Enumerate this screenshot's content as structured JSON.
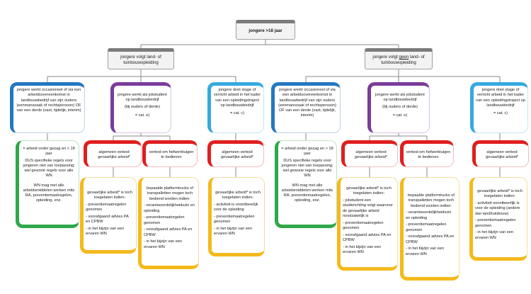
{
  "root": {
    "label": "jongere >18 jaar"
  },
  "branches": [
    {
      "label_pre": "jongere volgt land- of tuinbouwopleiding",
      "label_mid": "",
      "label_post": ""
    },
    {
      "label_pre": "jongere volgt ",
      "label_mid": "geen",
      "label_post": " land- of tuinbouwopleiding"
    }
  ],
  "left": {
    "occasional": "jongere werkt occasioneel of via een arbeidsovereenkomst in landbouwbedrijf van zijn ouders (eenmanszaak of rechtspersoon) OF van een derde (vast, tijdelijk, interim)",
    "student_title": "jongere werkt als jobstudent op landbouwbedrijf",
    "student_sub": "(bij ouders of derde)",
    "student_cat": "= cat. e)",
    "stage_title": "jongere doet stage of verricht arbeid in het kader van een opleidingstraject op landbouwbedrijf",
    "stage_cat": "= cat. c)",
    "green": [
      "= arbeid onder gezag en > 18 jaar",
      "DUS specifieke regels voor jongeren niet van toepassing; wel gewone regels voor alle WN",
      "WN mag met alle arbeidsmiddelen werken mits RA, preventiemaatregelen, opleiding, enz."
    ],
    "red1": "algemeen verbod gevaarlijke arbeid*",
    "red2": "verbod om hefwerktuigen te bedienen",
    "red3": "algemeen verbod gevaarlijke arbeid*",
    "yellow1": [
      "gevaarlijke arbeid* is toch toegelaten indien:",
      "- preventiemaatregelen genomen",
      "- voorafgaand advies PA en CPBW",
      "- in het bijzijn van een ervaren WN"
    ],
    "yellow2": [
      "bepaalde platformtrucks of transpalletten mogen toch bediend worden indien:",
      "- verantwoordelijkheidszin en opleiding",
      "- preventiemaatregelen genomen",
      "- voorafgaand advies PA en CPBW",
      "- in het bijzijn van een ervaren WN"
    ],
    "yellow3": [
      "gevaarlijke arbeid* is toch toegelaten indien:",
      "- activiteit is onontbeerlijk voor de opleiding",
      "- preventiemaatregelen genomen",
      "- in het bijzijn van een ervaren WN"
    ]
  },
  "right": {
    "occasional": "jongere werkt occasioneel of via een arbeidsovereenkomst in landbouwbedrijf van zijn ouders (eenmanszaak of rechtspersoon) OF van een derde (vast, tijdelijk, interim)",
    "student_title": "jongere werkt als jobstudent op landbouwbedrijf",
    "student_sub": "(bij ouders of derde)",
    "student_cat": "= cat. e)",
    "stage_title": "jongere doet stage of verricht arbeid in het kader van een opleidingstraject op landbouwbedrijf",
    "stage_cat": "= cat. c)",
    "green": [
      "= arbeid onder gezag en > 18 jaar",
      "DUS specifieke regels voor jongeren niet van toepassing; wel gewone regels voor alle WN",
      "WN mag met alle arbeidsmiddelen werken mits RA, preventiemaatregelen, opleiding, enz."
    ],
    "red1": "algemeen verbod gevaarlijke arbeid*",
    "red2": "verbod om hefwerktuigen te bedienen",
    "red3": "algemeen verbod gevaarlijke arbeid*",
    "yellow1": [
      "gevaarlijke arbeid* is toch toegelaten indien:",
      "- jobstudent een studierichting volgt waarvoor de gevaarlijke arbeid noodzakelijk is",
      "- preventiemaatregelen genomen",
      "- voorafgaand advies PA en CPBW",
      "- in het bijzijn van een ervaren WN"
    ],
    "yellow2": [
      "bepaalde platformtrucks of transpalletten mogen toch bediend worden indien:",
      "- verantwoordelijkheidszin en opleiding",
      "- preventiemaatregelen genomen",
      "- voorafgaand advies PA en CPBW",
      "- in het bijzijn van een ervaren WN"
    ],
    "yellow3": [
      "gevaarlijke arbeid* is toch toegelaten indien:",
      "- activiteit onontbeerlijk is voor de opleiding (andere dan land/tuinbouw)",
      "- preventiemaatregelen genomen",
      "- in het bijzijn van een ervaren WN"
    ]
  }
}
